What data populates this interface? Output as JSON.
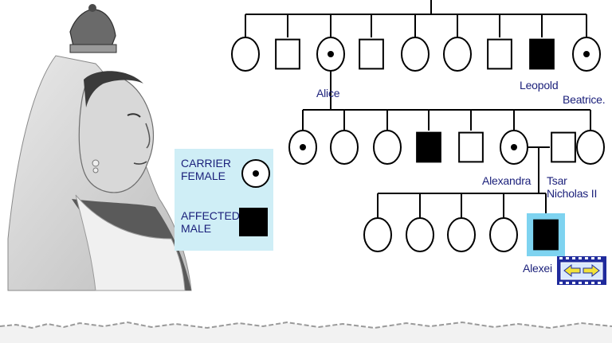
{
  "legend": {
    "carrier_label": "CARRIER\nFEMALE",
    "affected_label": "AFFECTED\nMALE"
  },
  "pedigree": {
    "gen2": [
      {
        "sex": "female",
        "status": "unaffected"
      },
      {
        "sex": "male",
        "status": "unaffected"
      },
      {
        "sex": "female",
        "status": "carrier",
        "name": "Alice"
      },
      {
        "sex": "male",
        "status": "unaffected"
      },
      {
        "sex": "female",
        "status": "unaffected"
      },
      {
        "sex": "female",
        "status": "unaffected"
      },
      {
        "sex": "male",
        "status": "unaffected"
      },
      {
        "sex": "male",
        "status": "affected",
        "name": "Leopold"
      },
      {
        "sex": "female",
        "status": "carrier",
        "name": "Beatrice."
      }
    ],
    "gen3": [
      {
        "sex": "female",
        "status": "carrier"
      },
      {
        "sex": "female",
        "status": "unaffected"
      },
      {
        "sex": "female",
        "status": "unaffected"
      },
      {
        "sex": "male",
        "status": "affected"
      },
      {
        "sex": "male",
        "status": "unaffected"
      },
      {
        "sex": "female",
        "status": "carrier",
        "name": "Alexandra"
      },
      {
        "sex": "male",
        "status": "unaffected",
        "name": "Tsar\nNicholas II"
      },
      {
        "sex": "female",
        "status": "unaffected"
      }
    ],
    "gen4": [
      {
        "sex": "female",
        "status": "unaffected"
      },
      {
        "sex": "female",
        "status": "unaffected"
      },
      {
        "sex": "female",
        "status": "unaffected"
      },
      {
        "sex": "female",
        "status": "unaffected"
      },
      {
        "sex": "male",
        "status": "affected",
        "name": "Alexei",
        "highlighted": true
      }
    ]
  },
  "labels": {
    "alice": "Alice",
    "leopold": "Leopold",
    "beatrice": "Beatrice.",
    "alexandra": "Alexandra",
    "nicholas": "Tsar\nNicholas II",
    "alexei": "Alexei"
  },
  "colors": {
    "line": "#000000",
    "affected_fill": "#000000",
    "highlight": "#7ed3f0",
    "legend_bg": "#cfeef6",
    "label_text": "#1a1f7a",
    "nav_button": "#1f2a9c",
    "nav_arrow": "#f2e23a"
  },
  "icons": {
    "nav": "left-right-arrows-icon",
    "portrait": "queen-victoria-portrait"
  }
}
